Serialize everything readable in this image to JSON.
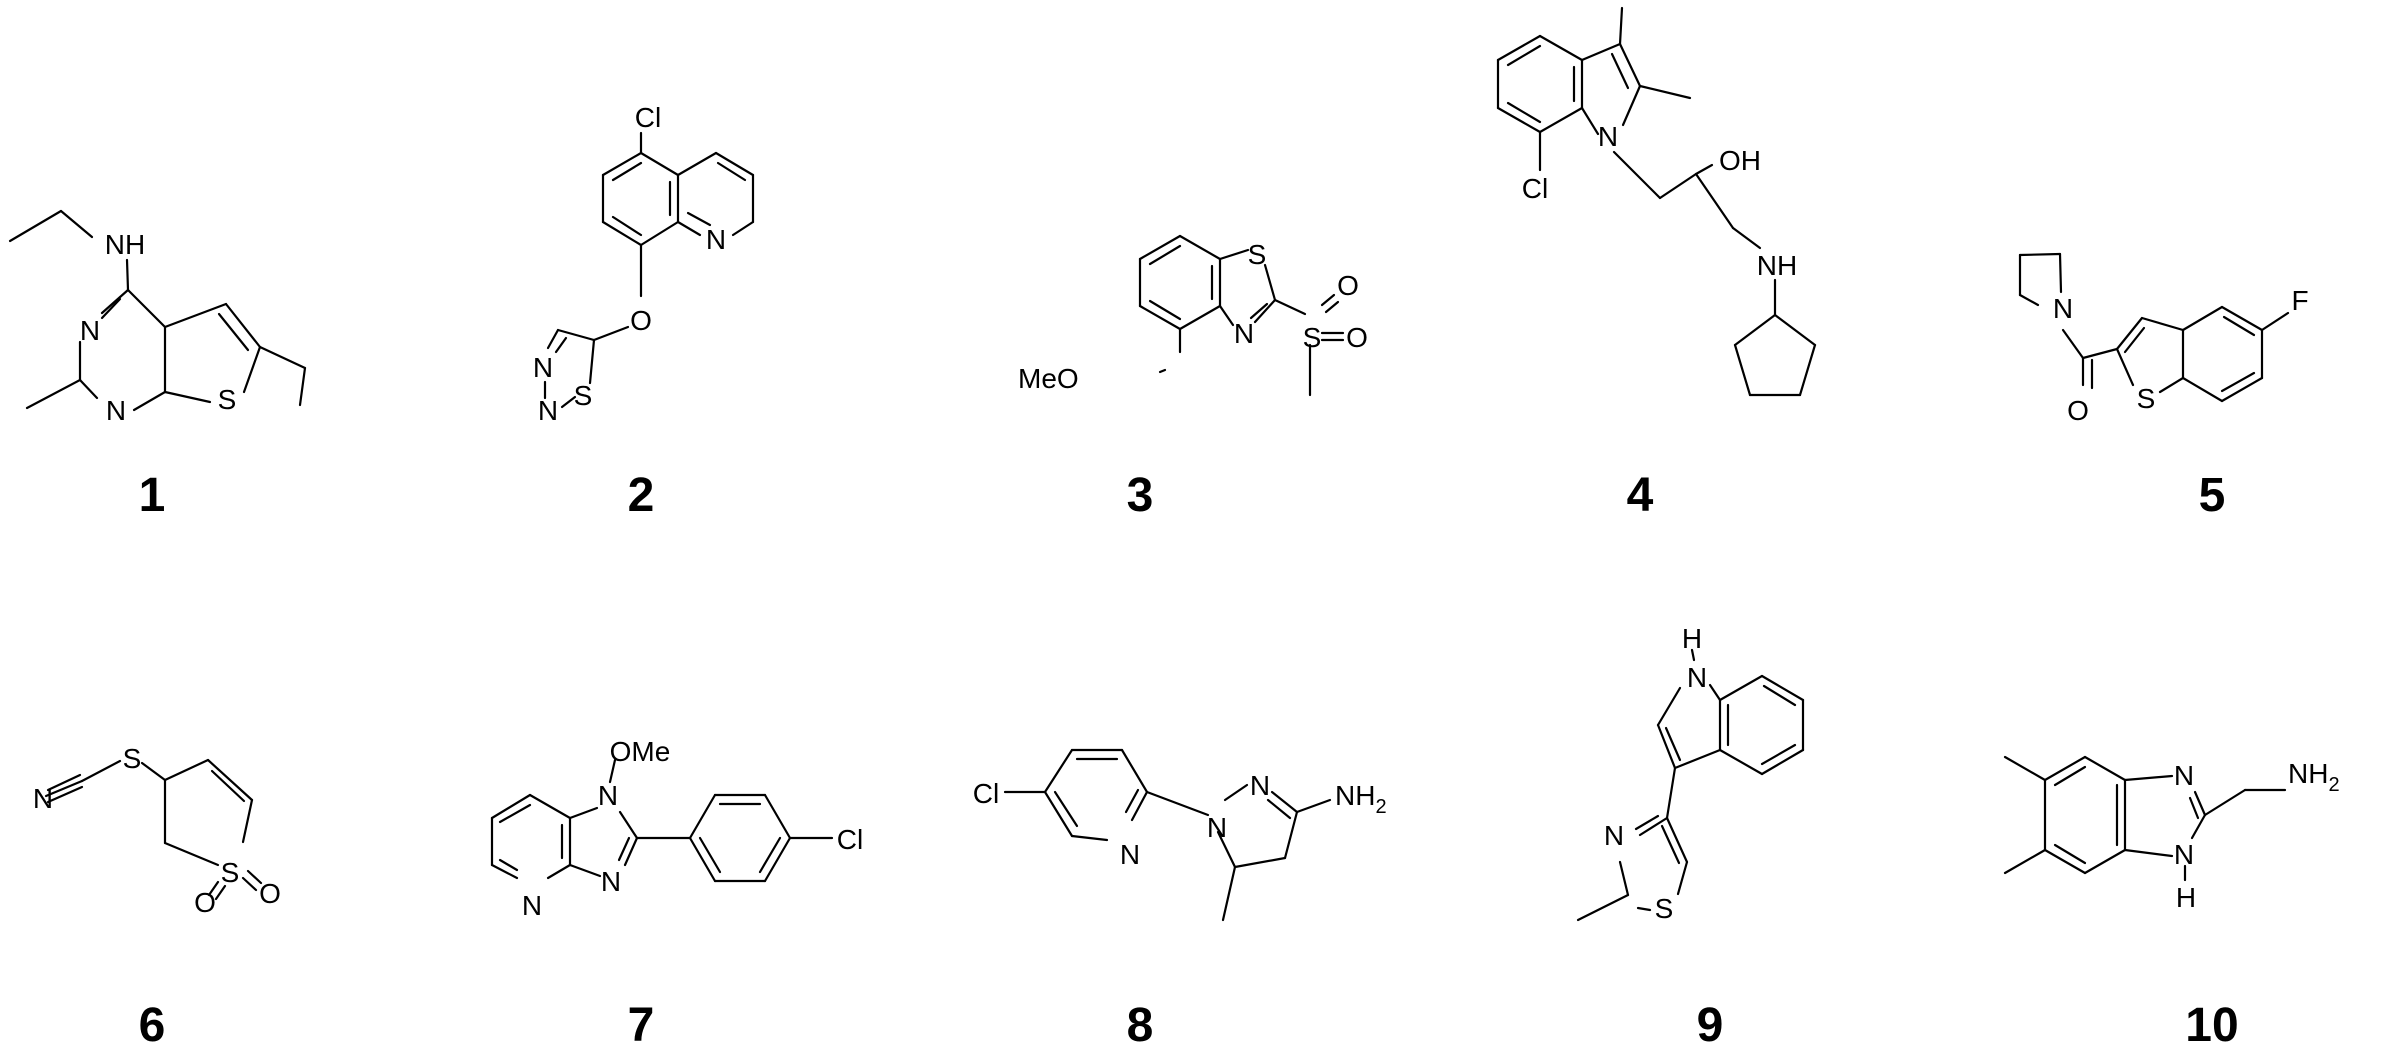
{
  "compounds": [
    {
      "number": "1",
      "atoms": {
        "amine": "NH",
        "n_upper": "N",
        "n_lower": "N",
        "s": "S"
      }
    },
    {
      "number": "2",
      "atoms": {
        "cl": "Cl",
        "n_ring": "N",
        "o": "O",
        "n_a": "N",
        "n_b": "N",
        "s": "S"
      }
    },
    {
      "number": "3",
      "atoms": {
        "s_ring": "S",
        "n_ring": "N",
        "meo": "MeO",
        "s_sulfonyl": "S",
        "o_a": "O",
        "o_b": "O"
      }
    },
    {
      "number": "4",
      "atoms": {
        "n_indole": "N",
        "cl": "Cl",
        "oh": "OH",
        "nh": "NH"
      }
    },
    {
      "number": "5",
      "atoms": {
        "n": "N",
        "o": "O",
        "s": "S",
        "f": "F"
      }
    },
    {
      "number": "6",
      "atoms": {
        "n": "N",
        "s_thio": "S",
        "s_ring": "S",
        "o_a": "O",
        "o_b": "O"
      }
    },
    {
      "number": "7",
      "atoms": {
        "ome": "OMe",
        "n_a": "N",
        "n_b": "N",
        "n_pyr": "N",
        "cl": "Cl"
      }
    },
    {
      "number": "8",
      "atoms": {
        "cl": "Cl",
        "n_pyr": "N",
        "n_a": "N",
        "n_b": "N",
        "nh2": "NH",
        "nh2_sub": "2"
      }
    },
    {
      "number": "9",
      "atoms": {
        "h": "H",
        "n_indole": "N",
        "n_thz": "N",
        "s": "S"
      }
    },
    {
      "number": "10",
      "atoms": {
        "n_top": "N",
        "n_bottom": "N",
        "h": "H",
        "nh2": "NH",
        "nh2_sub": "2"
      }
    }
  ]
}
